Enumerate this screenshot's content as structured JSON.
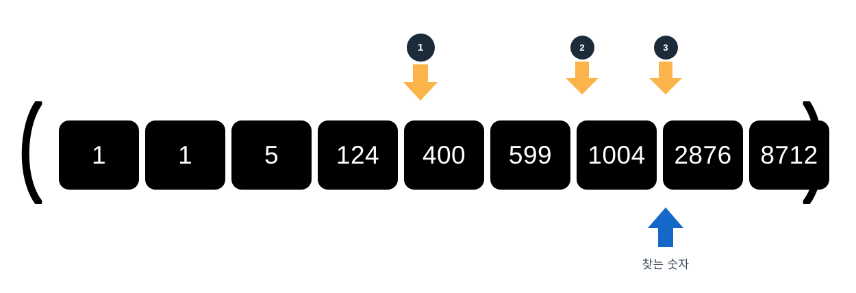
{
  "diagram": {
    "title": "binary-search-array-illustration",
    "background_color": "#ffffff",
    "brackets": {
      "open": "(",
      "close": ")",
      "color": "#000000"
    },
    "array": {
      "box_color": "#000000",
      "text_color": "#ffffff",
      "items": [
        {
          "value": "1"
        },
        {
          "value": "1"
        },
        {
          "value": "5"
        },
        {
          "value": "124"
        },
        {
          "value": "400"
        },
        {
          "value": "599"
        },
        {
          "value": "1004"
        },
        {
          "value": "2876"
        },
        {
          "value": "8712"
        }
      ]
    },
    "steps": {
      "arrow_color": "#fab44a",
      "badge_color": "#1c2b3a",
      "badge_text_color": "#ffffff",
      "markers": [
        {
          "label": "1",
          "target_index": 4,
          "target_value": "400"
        },
        {
          "label": "2",
          "target_index": 6,
          "target_value": "1004"
        },
        {
          "label": "3",
          "target_index": 7,
          "target_value": "2876"
        }
      ]
    },
    "target": {
      "caption": "찾는 숫자",
      "arrow_color": "#1568c8",
      "caption_color": "#3c4858",
      "target_index": 7,
      "target_value": "2876"
    }
  }
}
